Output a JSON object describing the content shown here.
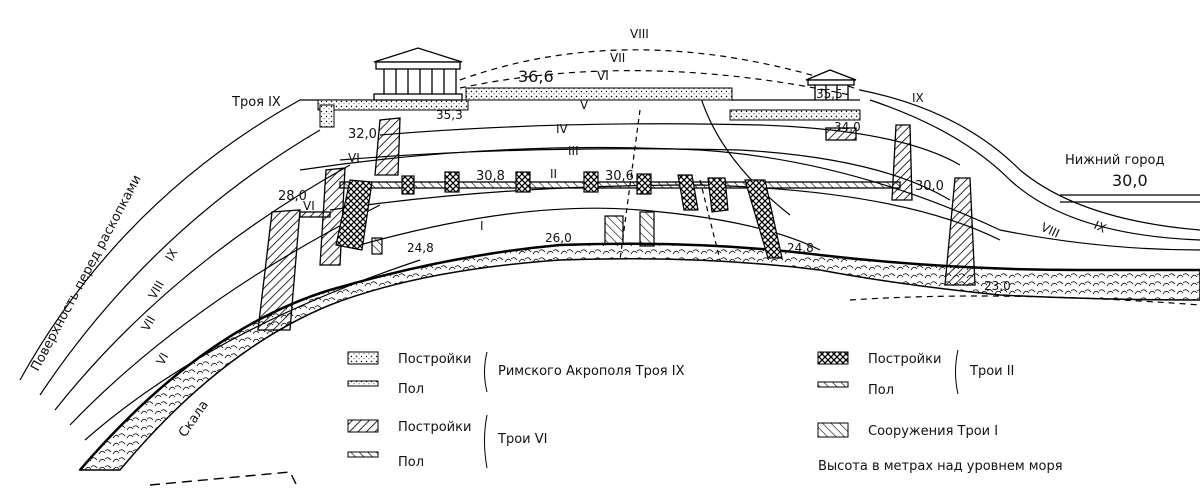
{
  "labels": {
    "troy_ix": "Троя IX",
    "surface_before": "Поверхность перед раскопками",
    "rock": "Скала",
    "lower_city": "Нижний город",
    "lower_city_height": "30,0",
    "layers": {
      "viii": "VIII",
      "vii": "VII",
      "vi": "VI",
      "v": "V",
      "iv": "IV",
      "iii": "III",
      "ii": "II",
      "i": "I",
      "ix": "IX"
    },
    "elevations": {
      "e36_6": "36,6",
      "e35_5": "35,5",
      "e35_3": "35,3",
      "e34_0": "34,0",
      "e32_0": "32,0",
      "e30_8": "30,8",
      "e30_6": "30,6",
      "e30_0": "30,0",
      "e28_0": "28,0",
      "e26_0": "26,0",
      "e24_8a": "24,8",
      "e24_8b": "24,8",
      "e23_0": "23,0"
    }
  },
  "legend": {
    "buildings": "Постройки",
    "floor": "Пол",
    "roman_acropolis": "Римского Акрополя Троя IX",
    "troy_ii": "Трои II",
    "troy_vi": "Трои VI",
    "troy_i_structures": "Сооружения Трои I",
    "height_note": "Высота в метрах над уровнем моря"
  }
}
